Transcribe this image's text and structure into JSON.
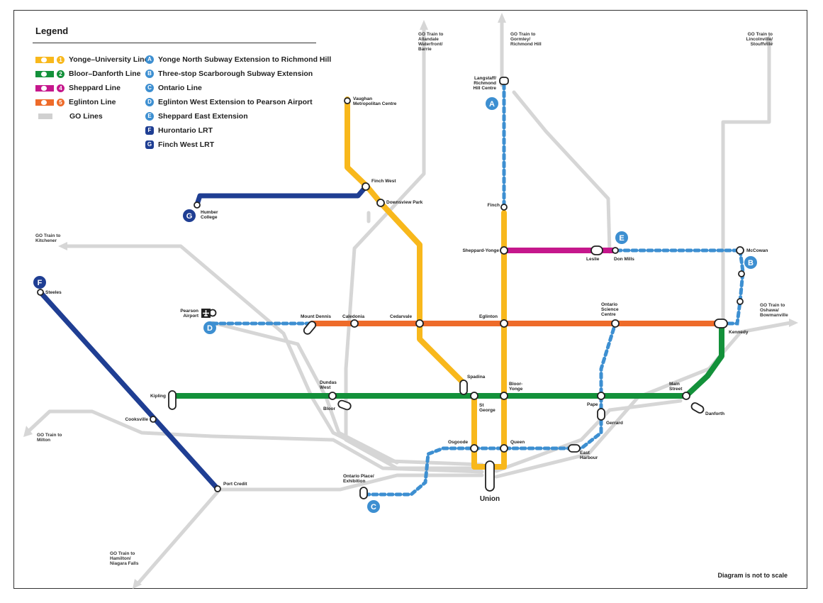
{
  "legend": {
    "title": "Legend",
    "lines": [
      {
        "label": "Yonge–University Line",
        "number": "1",
        "color": "#F8B81C"
      },
      {
        "label": "Bloor–Danforth Line",
        "number": "2",
        "color": "#13913A"
      },
      {
        "label": "Sheppard Line",
        "number": "4",
        "color": "#C5178C"
      },
      {
        "label": "Eglinton Line",
        "number": "5",
        "color": "#EE6B2A"
      },
      {
        "label": "GO Lines",
        "number": "",
        "color": "#D0D0D0"
      }
    ],
    "projects": [
      {
        "letter": "A",
        "label": "Yonge North Subway Extension to Richmond Hill"
      },
      {
        "letter": "B",
        "label": "Three-stop Scarborough Subway Extension"
      },
      {
        "letter": "C",
        "label": "Ontario Line"
      },
      {
        "letter": "D",
        "label": "Eglinton West Extension to Pearson Airport"
      },
      {
        "letter": "E",
        "label": "Sheppard East Extension"
      },
      {
        "letter": "F",
        "label": "Hurontario LRT"
      },
      {
        "letter": "G",
        "label": "Finch West LRT"
      }
    ]
  },
  "colors": {
    "yonge": "#F8B81C",
    "bloor": "#13913A",
    "sheppard": "#C5178C",
    "eglinton": "#EE6B2A",
    "lrt": "#1F3E93",
    "project": "#3D8FD1",
    "go": "#D6D6D6"
  },
  "go_destinations": {
    "barrie": "GO Train to|Allandale|Waterfront/|Barrie",
    "richmond_hill": "GO Train to|Gormley/|Richmond Hill",
    "stouffville": "GO Train to|Lincolnville/|Stouffville",
    "kitchener": "GO Train to|Kitchener",
    "oshawa": "GO Train to|Oshawa/|Bowmanville",
    "milton": "GO Train to|Milton",
    "niagara": "GO Train to|Hamilton/|Niagara Falls"
  },
  "stations": {
    "vaughan": "Vaughan|Metropolitan Centre",
    "finch_west": "Finch West",
    "downsview_park": "Downsview Park",
    "humber_college": "Humber|College",
    "langstaff": "Langstaff/|Richmond|Hill Centre",
    "finch": "Finch",
    "sheppard_yonge": "Sheppard-Yonge",
    "leslie": "Leslie",
    "don_mills": "Don Mills",
    "mccowan": "McCowan",
    "pearson": "Pearson|Airport",
    "mount_dennis": "Mount Dennis",
    "caledonia": "Caledonia",
    "cedarvale": "Cedarvale",
    "eglinton": "Eglinton",
    "science_centre": "Ontario|Science|Centre",
    "kennedy": "Kennedy",
    "steeles": "Steeles",
    "kipling": "Kipling",
    "dundas_west": "Dundas|West",
    "bloor": "Bloor",
    "spadina": "Spadina",
    "st_george": "St|George",
    "bloor_yonge": "Bloor-|Yonge",
    "pape": "Pape",
    "main_street": "Main|Street",
    "danforth": "Danforth",
    "cooksville": "Cooksville",
    "gerrard": "Gerrard",
    "osgoode": "Osgoode",
    "queen": "Queen",
    "east_harbour": "East|Harbour",
    "exhibition": "Ontario Place/|Exhibition",
    "port_credit": "Port Credit",
    "union": "Union"
  },
  "note": "Diagram is not to scale"
}
